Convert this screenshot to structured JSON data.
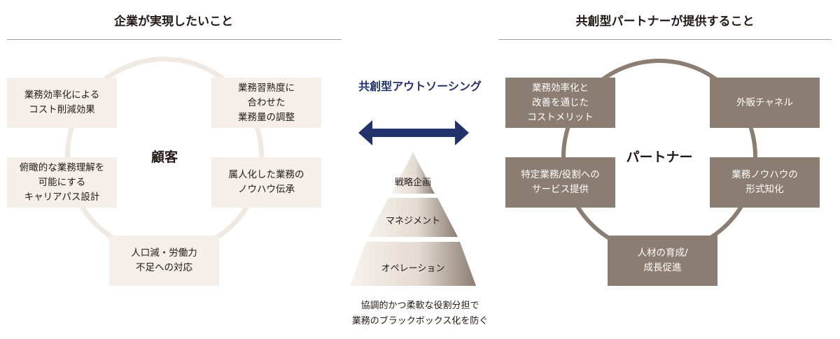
{
  "left": {
    "title": "企業が実現したいこと",
    "center_label": "顧客",
    "boxes": [
      "業務効率化による\nコスト削減効果",
      "業務習熟度に\n合わせた\n業務量の調整",
      "俯瞰的な業務理解を\n可能にする\nキャリアパス設計",
      "属人化した業務の\nノウハウ伝承",
      "人口減・労働力\n不足への対応"
    ]
  },
  "right": {
    "title": "共創型パートナーが提供すること",
    "center_label": "パートナー",
    "boxes": [
      "業務効率化と\n改善を通じた\nコストメリット",
      "外販チャネル",
      "特定業務/役割への\nサービス提供",
      "業務ノウハウの\n形式知化",
      "人材の育成/\n成長促進"
    ]
  },
  "middle": {
    "title": "共創型アウトソーシング",
    "pyramid": [
      "戦略企画",
      "マネジメント",
      "オペレーション"
    ],
    "caption": "協調的かつ柔軟な役割分担で\n業務のブラックボックス化を防ぐ"
  },
  "colors": {
    "navy": "#22336b",
    "light_box": "#f4efe9",
    "dark_box": "#8c7d72",
    "left_ring": "#efe9e1",
    "right_ring": "#8c7d72"
  }
}
